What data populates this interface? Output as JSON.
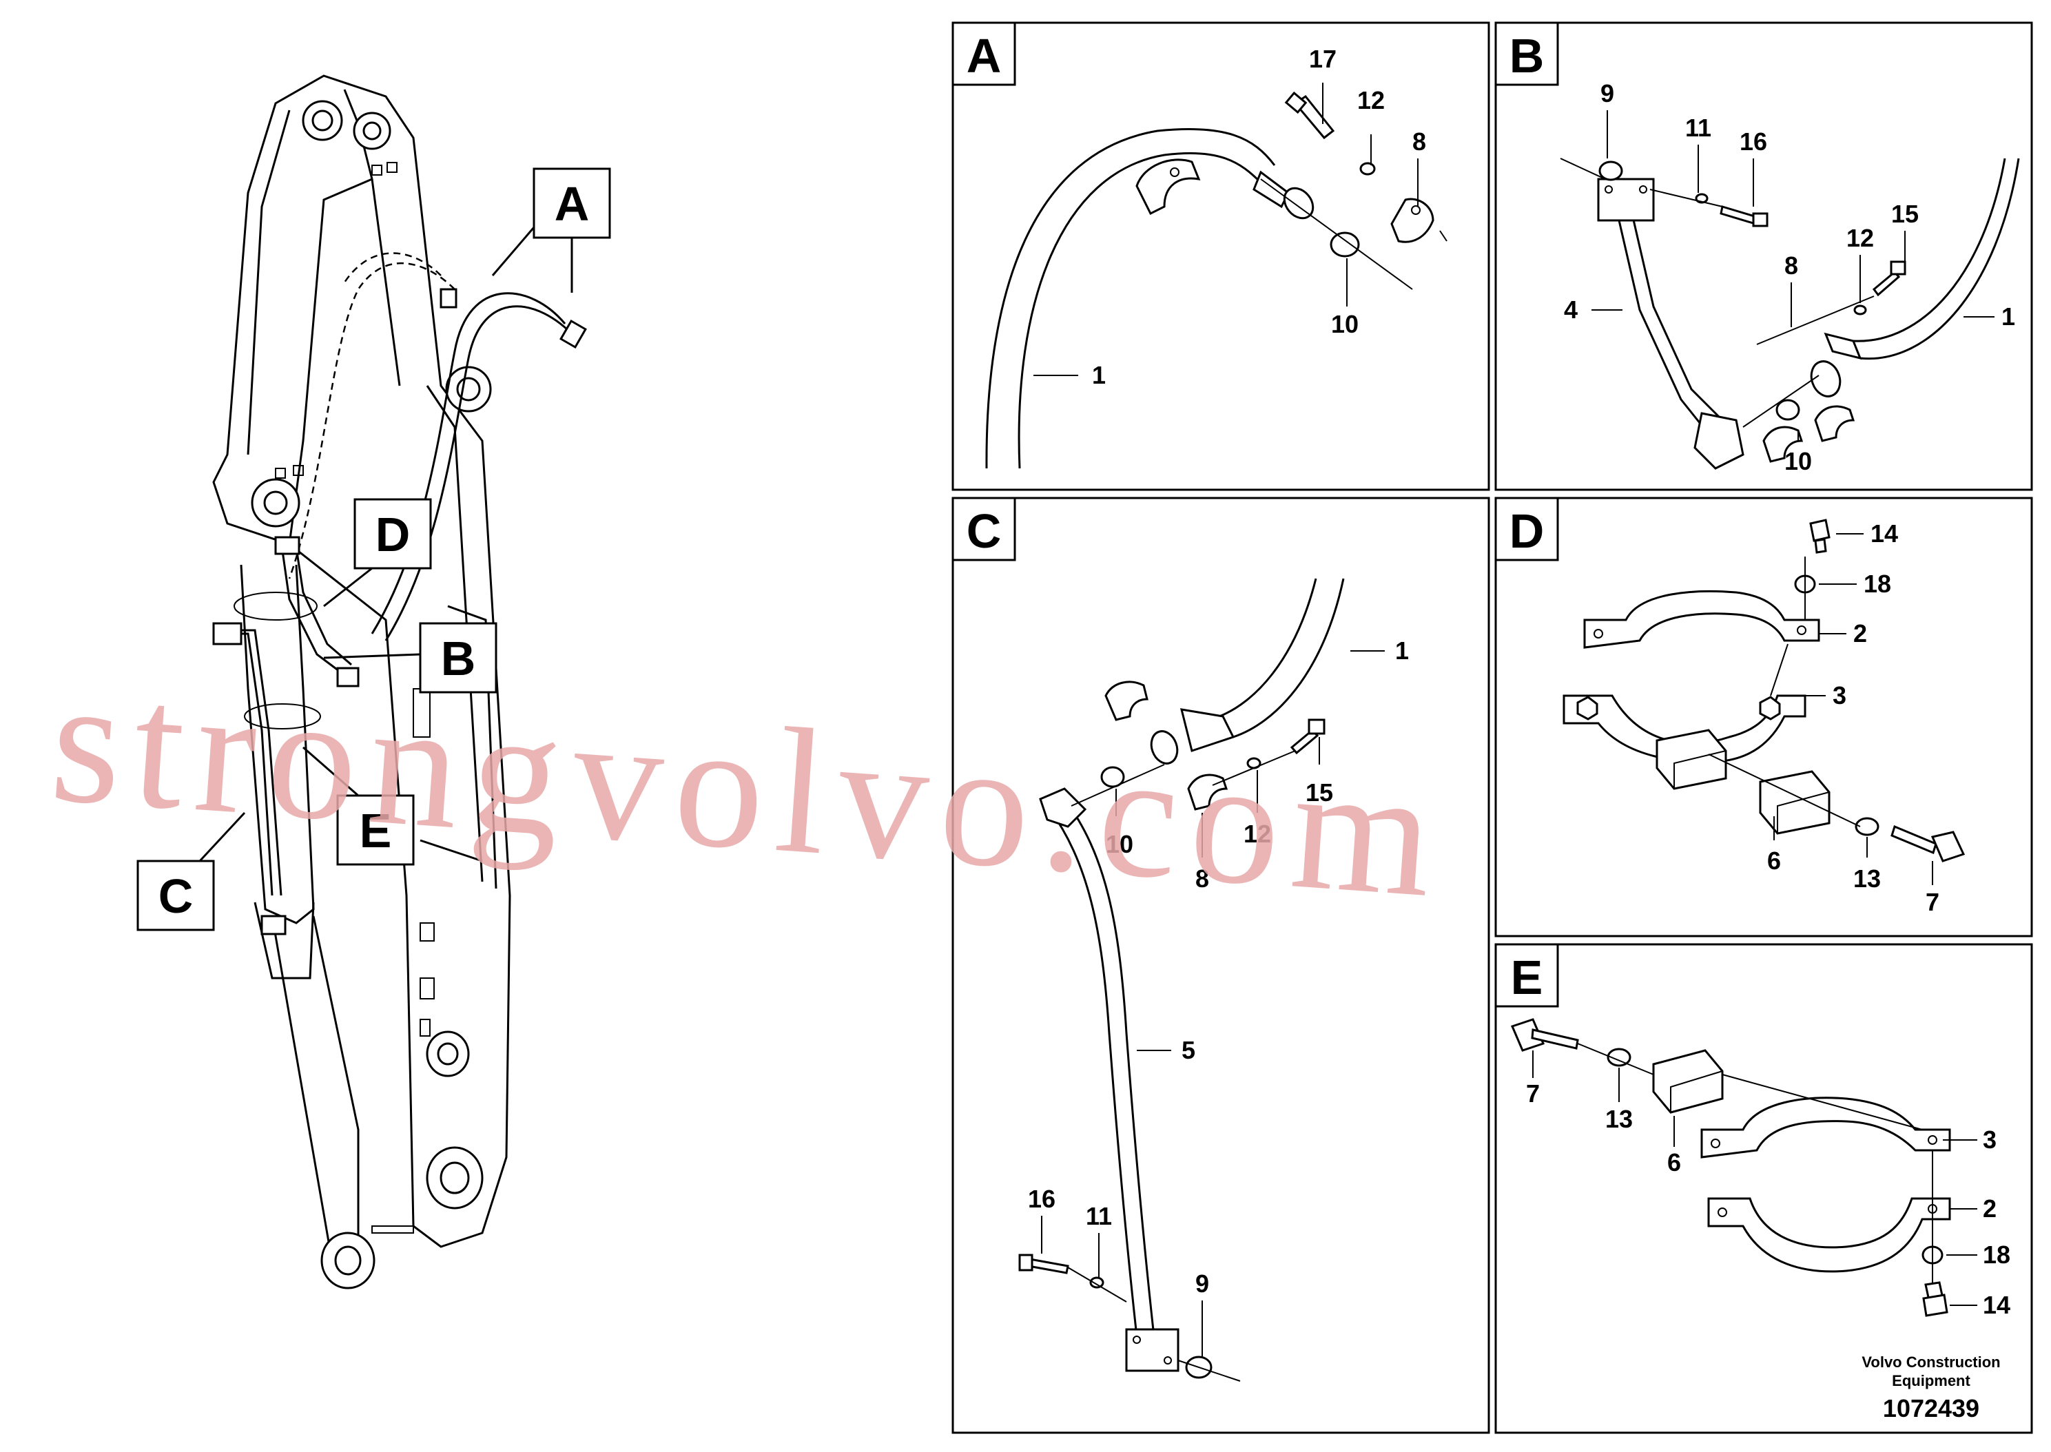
{
  "callouts": {
    "a": "A",
    "b": "B",
    "c": "C",
    "d": "D",
    "e": "E"
  },
  "panels": {
    "a": {
      "label": "A",
      "parts": {
        "p17": "17",
        "p12": "12",
        "p8": "8",
        "p10": "10",
        "p1": "1"
      }
    },
    "b": {
      "label": "B",
      "parts": {
        "p9": "9",
        "p11": "11",
        "p16": "16",
        "p15": "15",
        "p12": "12",
        "p8": "8",
        "p4": "4",
        "p1": "1",
        "p10": "10"
      }
    },
    "c": {
      "label": "C",
      "parts": {
        "p1": "1",
        "p15": "15",
        "p10": "10",
        "p12": "12",
        "p8": "8",
        "p5": "5",
        "p16": "16",
        "p11": "11",
        "p9": "9"
      }
    },
    "d": {
      "label": "D",
      "parts": {
        "p14": "14",
        "p18": "18",
        "p2": "2",
        "p3": "3",
        "p6": "6",
        "p13": "13",
        "p7": "7"
      }
    },
    "e": {
      "label": "E",
      "parts": {
        "p7": "7",
        "p13": "13",
        "p6": "6",
        "p3": "3",
        "p2": "2",
        "p18": "18",
        "p14": "14"
      }
    }
  },
  "footer": {
    "line1": "Volvo Construction",
    "line2": "Equipment",
    "number": "1072439"
  },
  "watermark": "strongvolvo.com",
  "colors": {
    "line": "#000000",
    "watermark": "#e9a9a9",
    "background": "#ffffff"
  }
}
